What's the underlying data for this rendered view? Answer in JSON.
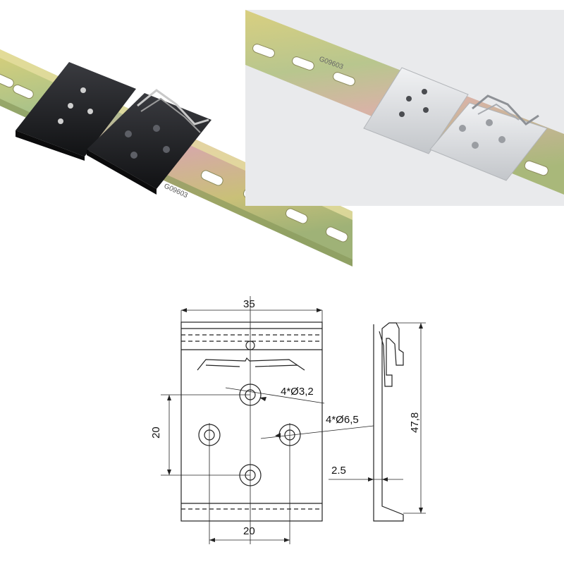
{
  "photos": {
    "black_bracket": {
      "rail_stamp": "G09603"
    },
    "silver_bracket": {
      "rail_stamp": "G09603"
    }
  },
  "drawing": {
    "dimensions": {
      "width_top": "35",
      "hole_small": "4*Ø3,2",
      "hole_large": "4*Ø6,5",
      "vertical_spacing": "20",
      "horizontal_spacing": "20",
      "height": "47,8",
      "thickness": "2.5"
    }
  },
  "colors": {
    "bracket_black": "#1b1c1f",
    "bracket_silver": "#d7d9dc",
    "rail_zinc": "#c7b96a",
    "line": "#222222"
  }
}
